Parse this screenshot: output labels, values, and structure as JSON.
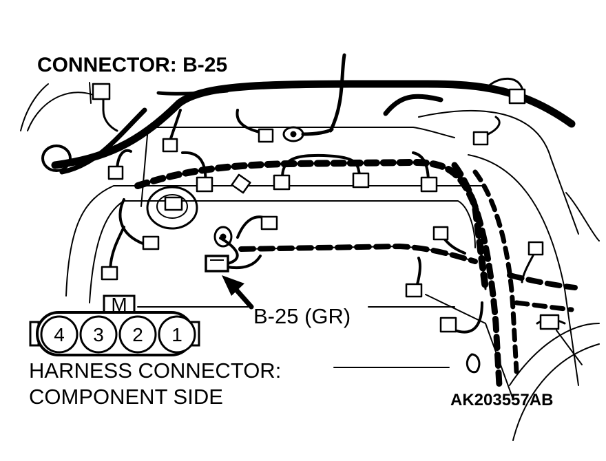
{
  "title": "CONNECTOR: B-25",
  "callout_label": "B-25 (GR)",
  "harness_label_line1": "HARNESS CONNECTOR:",
  "harness_label_line2": "COMPONENT SIDE",
  "figure_code": "AK203557AB",
  "connector": {
    "key_label": "M",
    "pins": [
      "4",
      "3",
      "2",
      "1"
    ]
  }
}
